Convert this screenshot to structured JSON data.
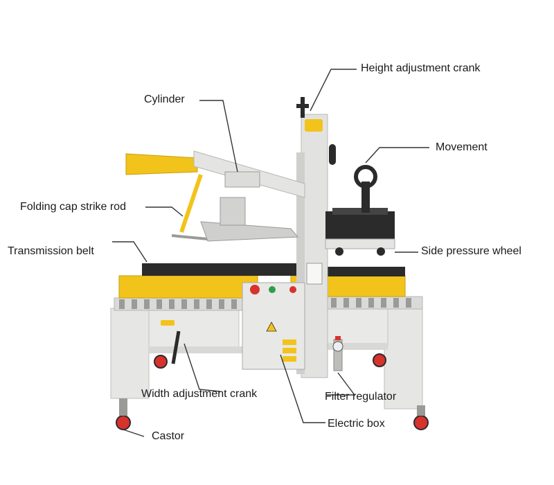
{
  "labels": {
    "height_crank": "Height adjustment crank",
    "cylinder": "Cylinder",
    "movement": "Movement",
    "folding_rod": "Folding cap strike rod",
    "transmission_belt": "Transmission belt",
    "side_wheel": "Side pressure wheel",
    "width_crank": "Width adjustment crank",
    "filter_regulator": "Filter regulator",
    "castor": "Castor",
    "electric_box": "Electric box"
  },
  "colors": {
    "frame": "#e6e6e4",
    "frame_shade": "#c9c9c6",
    "yellow": "#f2c31b",
    "dark": "#2b2b2b",
    "roller": "#9a9a98",
    "red_wheel": "#d8322c",
    "leader": "#333333"
  }
}
